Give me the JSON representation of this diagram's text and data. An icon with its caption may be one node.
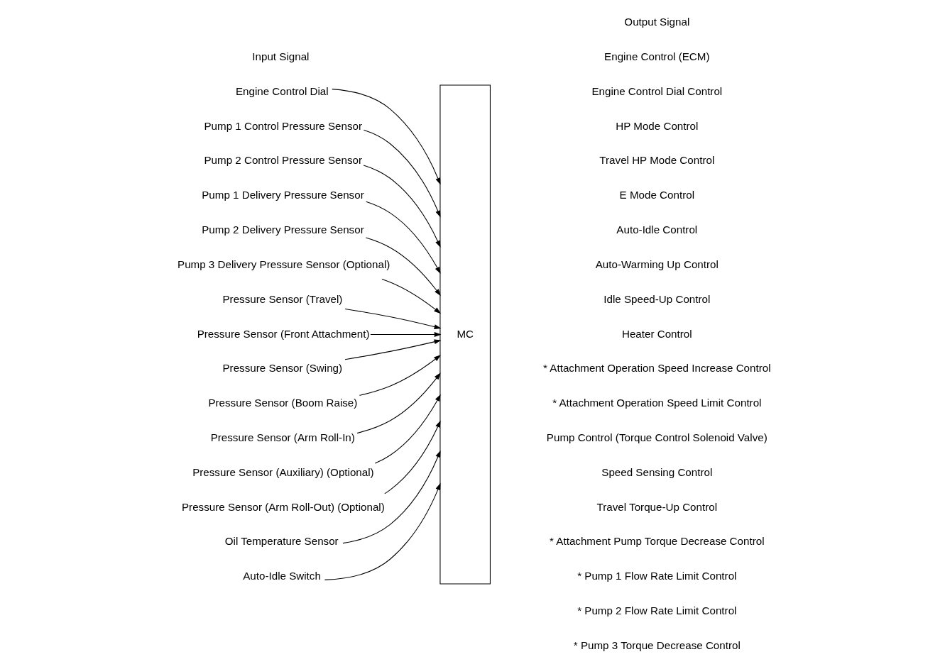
{
  "diagram": {
    "nodes": [
      {
        "text": [
          "Engine Control Dial"
        ]
      },
      {
        "text": [
          "Pump 1 Control Pressure Sensor"
        ]
      },
      {
        "text": [
          "Pump 2 Control Pressure Sensor"
        ]
      },
      {
        "text": [
          "Pump 1 Delivery Pressure Sensor"
        ]
      },
      {
        "text": [
          "Pump 2 Delivery Pressure Sensor"
        ]
      },
      {
        "text": [
          "Pump 3 Delivery Pressure Sensor (Optional)"
        ]
      },
      {
        "text": [
          "Pressure Sensor (Travel)"
        ]
      },
      {
        "text": [
          "Pressure Sensor (Front Attachment)"
        ]
      },
      {
        "text": [
          "Pressure Sensor (Swing)"
        ]
      },
      {
        "text": [
          "Pressure Sensor (Boom Raise)"
        ]
      },
      {
        "text": [
          "Pressure Sensor (Arm Roll-In)"
        ]
      },
      {
        "text": [
          "Pressure Sensor (Auxiliary) (Optional)"
        ]
      },
      {
        "text": [
          "Pressure Sensor (Arm Roll-Out) (Optional)"
        ]
      },
      {
        "text": [
          "Oil Temperature Sensor"
        ]
      },
      {
        "text": [
          "Auto-Idle Switch"
        ]
      },
      {
        "text": [
          "MC"
        ]
      }
    ],
    "edges": [
      {
        "from": 0,
        "to": 15,
        "arrow": "to"
      },
      {
        "from": 1,
        "to": 15,
        "arrow": "to"
      },
      {
        "from": 2,
        "to": 15,
        "arrow": "to"
      },
      {
        "from": 3,
        "to": 15,
        "arrow": "to"
      },
      {
        "from": 4,
        "to": 15,
        "arrow": "to"
      },
      {
        "from": 5,
        "to": 15,
        "arrow": "to"
      },
      {
        "from": 6,
        "to": 15,
        "arrow": "to"
      },
      {
        "from": 7,
        "to": 15,
        "arrow": "to"
      },
      {
        "from": 8,
        "to": 15,
        "arrow": "to"
      },
      {
        "from": 9,
        "to": 15,
        "arrow": "to"
      },
      {
        "from": 10,
        "to": 15,
        "arrow": "to"
      },
      {
        "from": 11,
        "to": 15,
        "arrow": "to"
      },
      {
        "from": 12,
        "to": 15,
        "arrow": "to"
      },
      {
        "from": 13,
        "to": 15,
        "arrow": "to"
      },
      {
        "from": 14,
        "to": 15,
        "arrow": "to"
      }
    ],
    "labels": [
      "Input Signal",
      "Output Signal",
      "Engine Control (ECM)",
      "Engine Control Dial Control",
      "HP Mode Control",
      "Travel HP Mode Control",
      "E Mode Control",
      "Auto-Idle Control",
      "Auto-Warming Up Control",
      "Idle Speed-Up Control",
      "Heater Control",
      "* Attachment Operation Speed Increase Control",
      "* Attachment Operation Speed Limit Control",
      "Pump Control (Torque Control Solenoid Valve)",
      "Speed Sensing Control",
      "Travel Torque-Up Control",
      "* Attachment Pump Torque Decrease Control",
      "* Pump 1 Flow Rate Limit Control",
      "* Pump 2 Flow Rate Limit Control",
      "* Pump 3 Torque Decrease Control"
    ]
  }
}
